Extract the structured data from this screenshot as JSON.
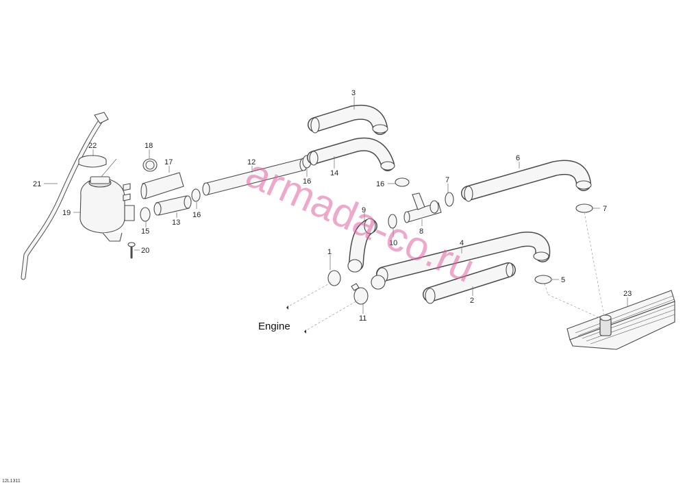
{
  "watermark": "armada-co.ru",
  "drawing_code": "12L1311",
  "engine_label": "Engine",
  "callouts": {
    "c1": "1",
    "c2": "2",
    "c3": "3",
    "c4": "4",
    "c5": "5",
    "c6": "6",
    "c7a": "7",
    "c7b": "7",
    "c8": "8",
    "c9": "9",
    "c10": "10",
    "c11": "11",
    "c12": "12",
    "c13": "13",
    "c14": "14",
    "c15": "15",
    "c16a": "16",
    "c16b": "16",
    "c16c": "16",
    "c17": "17",
    "c18": "18",
    "c19": "19",
    "c20": "20",
    "c21": "21",
    "c22": "22",
    "c23": "23"
  }
}
